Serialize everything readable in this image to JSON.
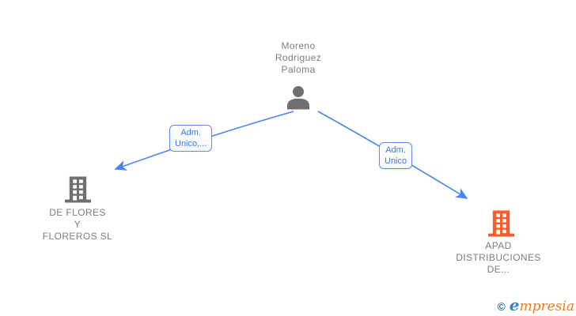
{
  "graph": {
    "person": {
      "name": "Moreno Rodriguez Paloma",
      "name_lines": [
        "Moreno",
        "Rodriguez",
        "Paloma"
      ]
    },
    "companies": [
      {
        "name": "DE FLORES Y FLOREROS SL",
        "name_lines": [
          "DE FLORES",
          "Y",
          "FLOREROS SL"
        ],
        "icon_color": "#6f6f6f"
      },
      {
        "name": "APAD DISTRIBUCIONES DE...",
        "name_lines": [
          "APAD",
          "DISTRIBUCIONES",
          "DE..."
        ],
        "icon_color": "#fa5b28"
      }
    ],
    "edges": [
      {
        "from": "Moreno Rodriguez Paloma",
        "to": "DE FLORES Y FLOREROS SL",
        "label_lines": [
          "Adm.",
          "Unico,..."
        ]
      },
      {
        "from": "Moreno Rodriguez Paloma",
        "to": "APAD DISTRIBUCIONES DE...",
        "label_lines": [
          "Adm.",
          "Unico"
        ]
      }
    ]
  },
  "footer": {
    "copyright_symbol": "©",
    "brand_first_letter": "e",
    "brand_rest": "mpresia"
  },
  "colors": {
    "edge_blue": "#4a86e8",
    "label_blue": "#3d7be0",
    "node_gray": "#6f6f6f",
    "text_gray": "#7d7d7d",
    "company_orange": "#fa5b28",
    "logo_teal": "#1b7585",
    "logo_blue": "#3a7fd0",
    "logo_orange": "#e87c1f"
  }
}
